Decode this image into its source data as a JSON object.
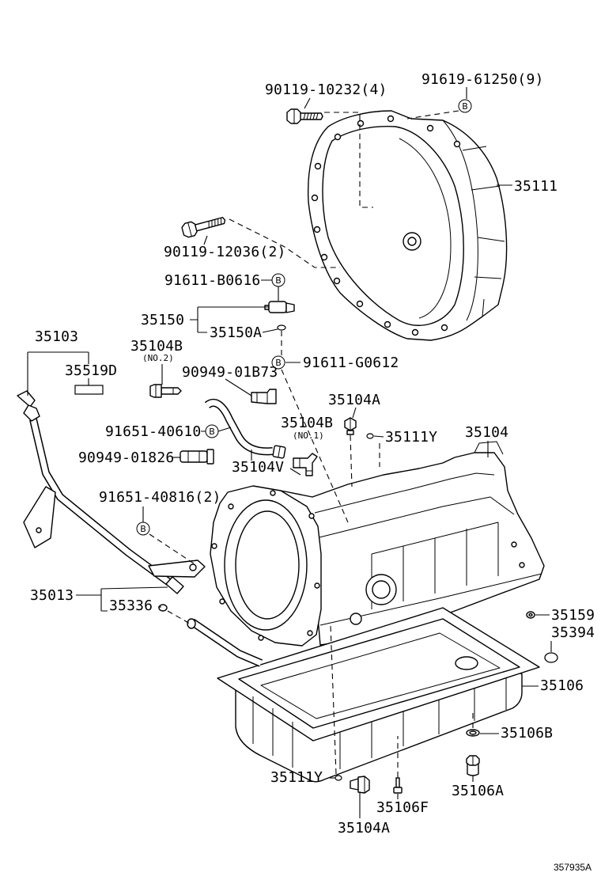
{
  "callout_marker": "B",
  "drawing_number": "357935A",
  "callouts": {
    "housing_bolt_upper": "90119-10232(4)",
    "housing_pin": "91619-61250(9)",
    "converter_housing": "35111",
    "housing_bolt_lower": "90119-12036(2)",
    "sensor_bolt": "91611-B0616",
    "sensor": "35150",
    "sensor_o_ring": "35150A",
    "oil_level_gauge": "35103",
    "union_no2": "35104B",
    "union_no2_note": "(NO.2)",
    "gauge_plate": "35519D",
    "union_bolt": "91611-G0612",
    "hose_clip_upper": "90949-01B73",
    "plug_upper": "35104A",
    "union_no1": "35104B",
    "union_no1_note": "(NO.1)",
    "tube_bolt": "91651-40610",
    "o_ring_upper": "35111Y",
    "transmission_case": "35104",
    "hose_clip_lower": "90949-01826",
    "hose": "35104V",
    "bracket_bolt": "91651-40816(2)",
    "filler_tube": "35013",
    "tube_o_ring": "35336",
    "case_plug_ring": "35159",
    "case_plug": "35394",
    "oil_pan": "35106",
    "drain_gasket": "35106B",
    "o_ring_lower": "35111Y",
    "pan_bolt": "35106F",
    "pan_plug": "35106A",
    "drain_plug": "35104A"
  }
}
